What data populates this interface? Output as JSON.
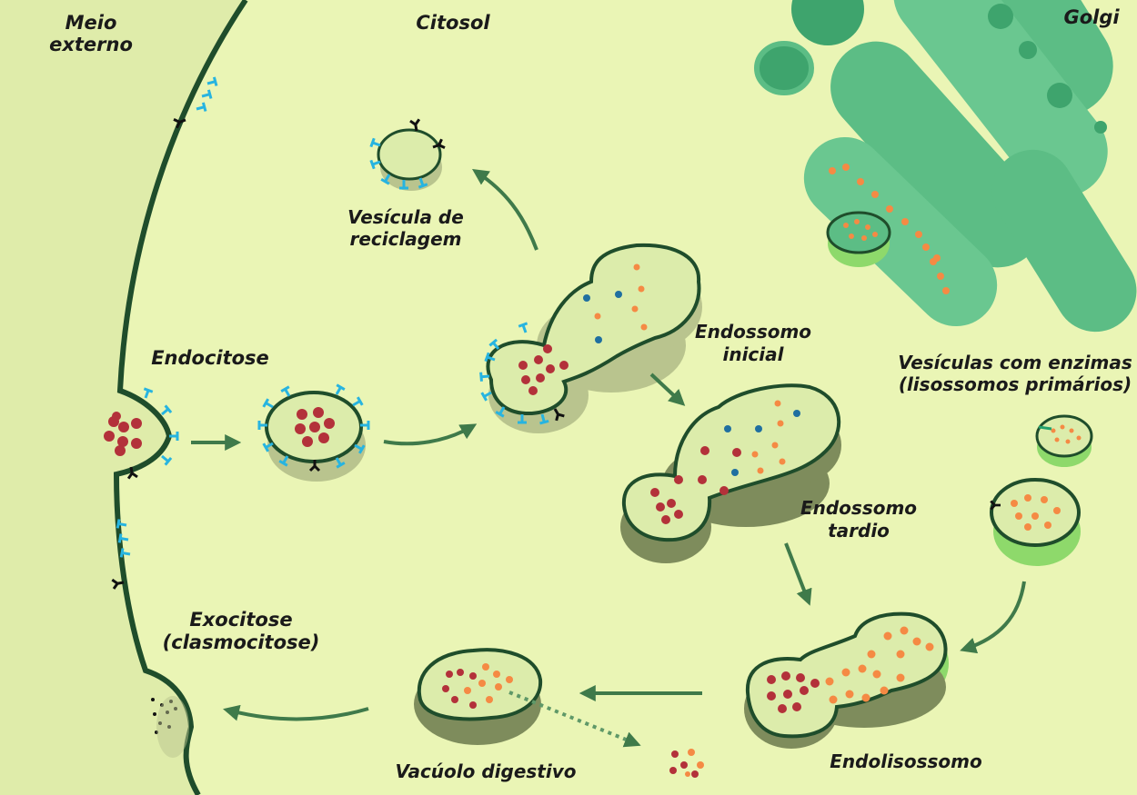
{
  "labels": {
    "meio_externo": [
      "Meio",
      "externo"
    ],
    "citosol": "Citosol",
    "golgi": "Golgi",
    "vesicula_reciclagem": [
      "Vesícula de",
      "reciclagem"
    ],
    "endocitose": "Endocitose",
    "endossomo_inicial": [
      "Endossomo",
      "inicial"
    ],
    "vesiculas_enzimas": [
      "Vesículas com enzimas",
      "(lisossomos primários)"
    ],
    "endossomo_tardio": [
      "Endossomo",
      "tardio"
    ],
    "exocitose": [
      "Exocitose",
      "(clasmocitose)"
    ],
    "endolisossomo": "Endolisossomo",
    "vacuolo_digestivo": "Vacúolo digestivo"
  },
  "colors": {
    "cytosol": "#eaf5b5",
    "external": "#dfecaa",
    "membrane": "#1f4d2b",
    "vesicle_fill": "#dcecab",
    "vesicle_shadow": "#b9c48e",
    "golgi": "#5cbd85",
    "golgi_dark": "#3ea46d",
    "receptor": "#27b4e0",
    "cargo": "#b3313a",
    "enzyme": "#f58a44",
    "marker": "#1f6fa0",
    "arrow": "#3f7a4a"
  }
}
